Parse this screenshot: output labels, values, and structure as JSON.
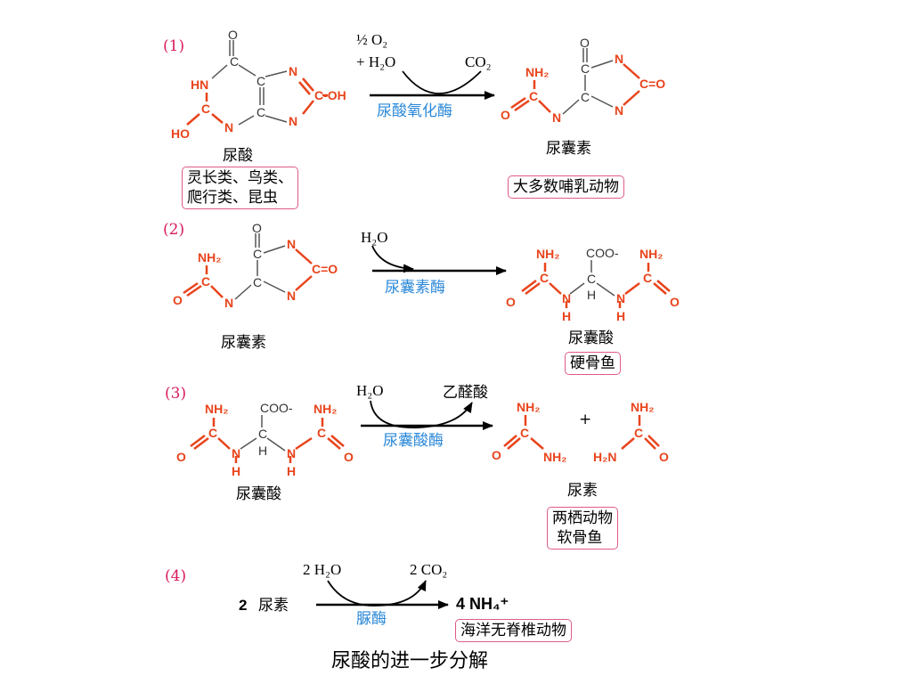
{
  "steps": [
    {
      "num": "(1)",
      "reagent_top": "½ O₂",
      "reagent_top2": "+ H₂O",
      "product_gas": "CO₂",
      "enzyme": "尿酸氧化酶",
      "substrate": "尿酸",
      "product": "尿囊素",
      "species_left": "灵长类、鸟类、\n爬行类、昆虫",
      "species_right": "大多数哺乳动物"
    },
    {
      "num": "(2)",
      "reagent_top": "H₂O",
      "enzyme": "尿囊素酶",
      "substrate": "尿囊素",
      "product": "尿囊酸",
      "species_right": "硬骨鱼"
    },
    {
      "num": "(3)",
      "reagent_top": "H₂O",
      "byproduct": "乙醛酸",
      "enzyme": "尿囊酸酶",
      "substrate": "尿囊酸",
      "plus": "+",
      "product": "尿素",
      "species_right": "两栖动物\n 软骨鱼"
    },
    {
      "num": "(4)",
      "coef": "2",
      "substrate": "尿素",
      "reagent_top": "2 H₂O",
      "product_gas": "2 CO₂",
      "enzyme": "脲酶",
      "product": "4 NH₄⁺",
      "species_right": "海洋无脊椎动物"
    }
  ],
  "atoms": {
    "O": "O",
    "C": "C",
    "N": "N",
    "H": "H",
    "HN": "HN",
    "HO": "HO",
    "OH": "OH",
    "NH2": "NH₂",
    "H2N": "H₂N",
    "COO": "COO-",
    "C_eq_O": "C=O",
    "C_OH": "C-OH"
  },
  "caption": "尿酸的进一步分解",
  "colors": {
    "red": "#e8441c",
    "blue": "#2b88d8",
    "pink": "#d81b60",
    "black": "#000000"
  }
}
